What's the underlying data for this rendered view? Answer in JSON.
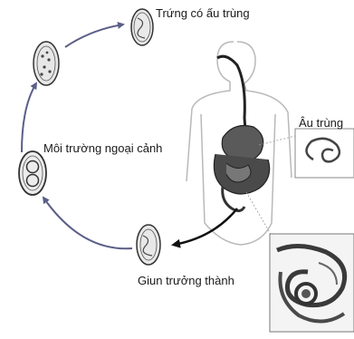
{
  "diagram": {
    "labels": {
      "egg_with_larva": "Trứng có ấu trùng",
      "external_environment": "Môi trường ngoại cảnh",
      "larva": "Âu trùng",
      "adult_worm": "Giun trưởng thành"
    }
  },
  "colors": {
    "cycle_arrow": "#5b5e87",
    "body_outline": "#b9b9b9",
    "gut": "#4a4a4a",
    "text": "#1a1a1a"
  }
}
